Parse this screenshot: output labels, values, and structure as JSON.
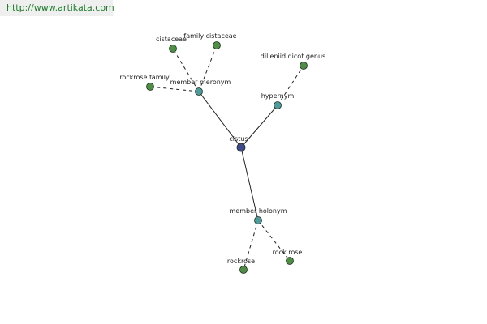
{
  "watermark": {
    "url": "http://www.artikata.com"
  },
  "colors": {
    "center": "#3e4a8a",
    "relation": "#4f9a9a",
    "leaf": "#4f8f45",
    "outline": "#1f2f1f",
    "edge": "#222222"
  },
  "nodes": [
    {
      "id": "cistus",
      "label": "cistus",
      "kind": "center"
    },
    {
      "id": "member_meronym",
      "label": "member meronym",
      "kind": "relation"
    },
    {
      "id": "hypernym",
      "label": "hypernym",
      "kind": "relation"
    },
    {
      "id": "member_holonym",
      "label": "member holonym",
      "kind": "relation"
    },
    {
      "id": "cistaceae",
      "label": "cistaceae",
      "kind": "leaf"
    },
    {
      "id": "family_cistaceae",
      "label": "family cistaceae",
      "kind": "leaf"
    },
    {
      "id": "rockrose_family",
      "label": "rockrose family",
      "kind": "leaf"
    },
    {
      "id": "dilleniid_dicot_genus",
      "label": "dilleniid dicot genus",
      "kind": "leaf"
    },
    {
      "id": "rockrose",
      "label": "rockrose",
      "kind": "leaf"
    },
    {
      "id": "rock_rose",
      "label": "rock rose",
      "kind": "leaf"
    }
  ],
  "edges": [
    {
      "from": "cistus",
      "to": "member_meronym",
      "style": "solid"
    },
    {
      "from": "cistus",
      "to": "hypernym",
      "style": "solid"
    },
    {
      "from": "cistus",
      "to": "member_holonym",
      "style": "solid"
    },
    {
      "from": "member_meronym",
      "to": "cistaceae",
      "style": "dashed"
    },
    {
      "from": "member_meronym",
      "to": "family_cistaceae",
      "style": "dashed"
    },
    {
      "from": "member_meronym",
      "to": "rockrose_family",
      "style": "dashed"
    },
    {
      "from": "hypernym",
      "to": "dilleniid_dicot_genus",
      "style": "dashed"
    },
    {
      "from": "member_holonym",
      "to": "rockrose",
      "style": "dashed"
    },
    {
      "from": "member_holonym",
      "to": "rock_rose",
      "style": "dashed"
    }
  ]
}
